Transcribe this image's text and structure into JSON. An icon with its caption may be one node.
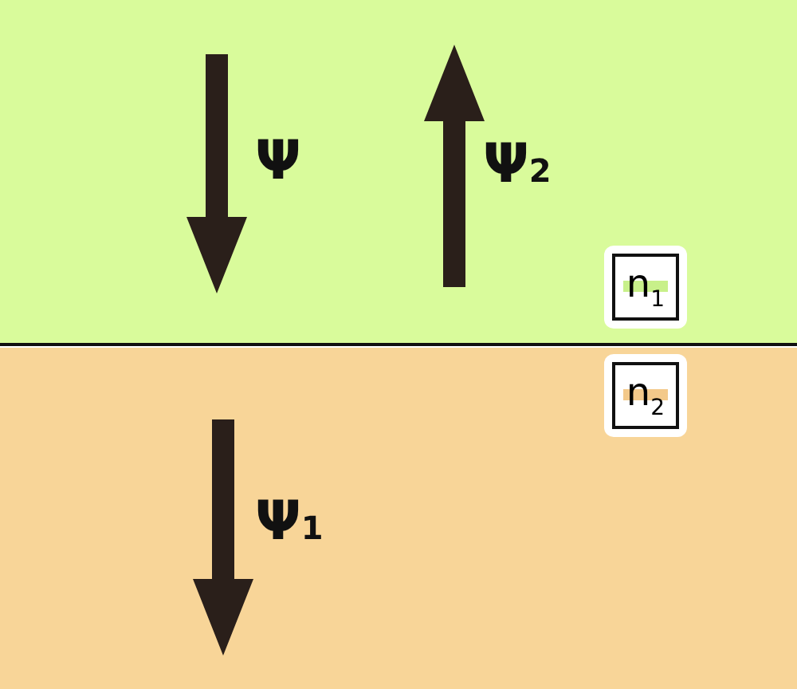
{
  "diagram": {
    "nodes": [
      {
        "text": [
          "n$_{1}$"
        ]
      },
      {
        "text": [
          "n$_{2}$"
        ]
      }
    ],
    "labels": [
      "Ψ",
      "Ψ$_{2}$",
      "Ψ$_{1}$"
    ]
  }
}
